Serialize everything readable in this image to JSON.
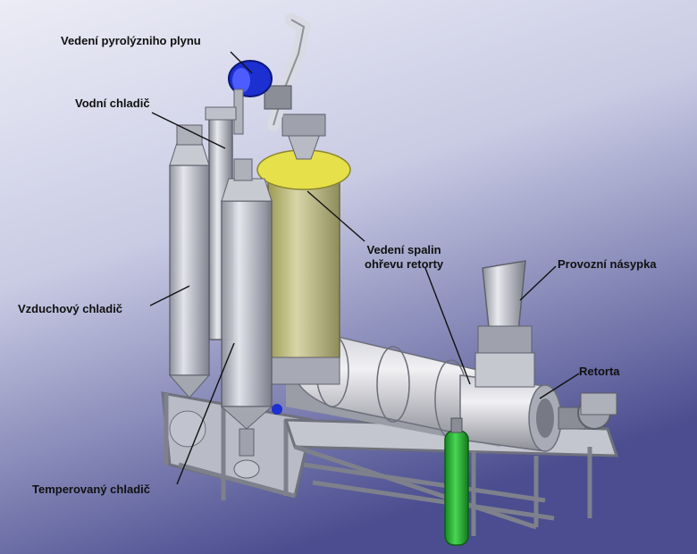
{
  "labels": {
    "pyrolysis_gas": "Vedení pyrolýzniho plynu",
    "water_cooler": "Vodní chladič",
    "air_cooler": "Vzduchový chladič",
    "tempered_cooler": "Temperovaný chladič",
    "flue_gas_line1": "Vedení spalin",
    "flue_gas_line2": "ohřevu retorty",
    "hopper": "Provozní násypka",
    "retort": "Retorta"
  },
  "colors": {
    "background_light": "#e8e8f4",
    "background_dark": "#4a4c8e",
    "reactor_yellow": "#e6e04a",
    "gas_cylinder_green": "#2fbf3a",
    "blower_blue": "#1c2fd1"
  }
}
